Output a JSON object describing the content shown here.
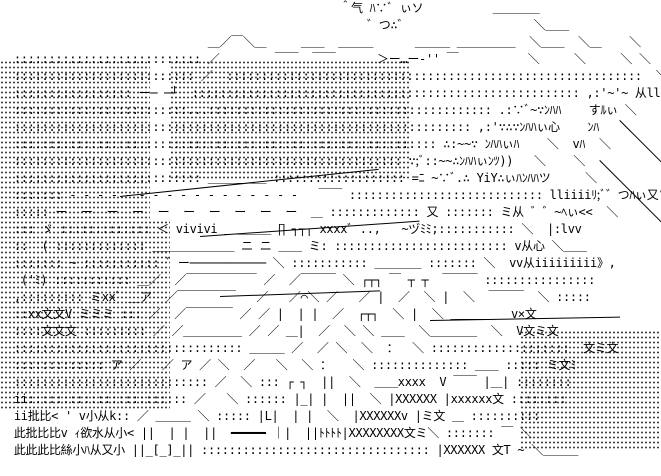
{
  "art_lines": [
    "                                                 ＾气 ﾊ∵ﾞ ぃソ          ＿＿＿＿                    ＼   ＼ ＼ ＿＿」 ＼ | ＼ || ＼",
    "                                                     ゛つ∴゛                  ＼＿＿                 ＼    ＼ ＼  ＿」 ＼| ＼||  ＼",
    "                              ＿／￣＼＿     ＿＿  ＿＿＿      ＿＿＿ ＿＿＿＿＿  ＼＿＿  ＼＿    ＼   ＼ ＼    |＼  ＼||   ＼",
    "  ::::::::::::::::::::::::::: ／        ￣￣  ￣￣      ＞ー…ー‐'' ￣          ＼     ＼     ＼ ＼   |  ＼   ＼ |",
    "  :::::::::::::::::::::::::: ／  ::::::::::::::::::::::::::::::::::::::::::::::::::::::::::::  ＼  ＼ |￣ vv ＼    文",
    "  ::::::::::::::::: ー─ ─┘  :::::::::::::::::::::::::::::::::::::::::::::::::::::::: ,:'~'~ 从lli ﾏﾊぃ    ＼",
    "  :::::::::::::::::::::::::...::::::::::::::::::::::::::::::::::::::::: .:∵ﾞ~∵ﾝﾊﾊ    すﾙぃ ＼",
    "  :::::::::::::::::::::::::::::::::::::::::::::::::::::::::::::::::: ,:'∵∴∵ﾝﾊﾊぃ心    ﾝﾊ   ＼",
    "  ::::::::::::::::::::::::::::::::::::::::::::::::::::::::::::: ∴:~~∵ ﾝﾊﾊぃﾊ    ＼  vﾊ  ＼",
    "  :::::::::::::::::::::::::::::::::::::::::::::::::::::::: ∵;ﾞ::~~∴ﾝﾊﾊぃﾝﾂ))   ＼    ＼",
    "  ::::::::::::::::::::::::::: ＿＿＿＿＿ ::::::::::::::::::: =ﾆ ~∵ﾞ.∴ YiY∴ぃﾊﾝﾊﾊツ     ＼",
    "  ::::::: ‐ ‐ ‐ ‐ ‐ ‐ ‐ ‐ ‐ ‐ ‐ ‐ ‐ ‐ ‐ ‐ ‐   ￣￣ :::::::::::::::::::::::::::: lliiiiﾘ;ﾞ゛つﾊぃ又ソ   ＼",
    "  ::::: ー  ー  ー  ー  ー  ー  ー  ー  ー  ー  ＿ ::::::::::::: 又 ::::::: ミ从 ゛゛~ﾍぃ<<  ＼",
    "  ::: ゞ ::::::::::::: ＜ vivivi ＿＿＿＿ ∏ ┐┬┐ xxxxﾞ ..,   ~ヅﾐﾐ;::::::::::: ＼  |:lvv",
    "  ::  ( ::::::::::::: ＿＿＿＿＿＿＿ ニ ニ ＿＿ ミ: ::::::::::::::::::::::::: v从心 ＼＿＿",
    "  ::::::: ~ ::::::::::: ゛ー─────────── ＼ ::::::::::: ＿＿＿＿ ::::::: ＼  vv从iiiiiiiii》,",
    "   ('ﾐ) ::::::::::: ＿／  ／￣￣￣￣￣￣ ／  ／￣￣￣ ＼ ┌┬┐ ￣ ┬ ┬  ￣￣￣ ::::::::::::::::",
    "  ,::::::::: ミxxﾞ ＿ア  ／￣￣￣￣￣   ／   ／⌒＼ ／   ／ |  ／  ＼ |  ＼  ￣￣￣  ＼ :::::",
    "  ::xx文文V ミミミ ::: ／  ／￣￣￣￣ ／ ／ |  | |  ／  ┌┬┐  ＼ |  ＼ ＿＿＿＿  v×文",
    "  ::::文文文 ::::::::: ／ ／＿＿＿＿＿ ／ ／ ＿|  ／  ＼ ＼ ＿＿  ＼＿＿＿＿  ＼  V文ミ文",
    "  ::::::::::::::::::::::::::::::::: ＿＿＿ ／  ／ ＼  ＼  ：  ＼ ::::::::::::::::::::  文ミ文",
    "  ::::::::::::: ア ／   ／ ア ／ ＼  ／   ＼  ＼ ：   ＼ :::::::::::::: ＿＿ ::::: ミ文ﾐ",
    "  :::::::::::::::::::::::::::: ／  ＼ ::: ┌ ┐  ||  ＼  ＿＿xxxx  V ￣￣ |＿| ::::::::",
    "  ii::::::::::::::::::::::: ／   ＼ :::::: |_| |  ||  ＼ |XXXXXX |xxxxxx文 ::::::::",
    "  ii批比< ' v小从k:: ／ ＿＿＿ ＼ ::::: |L|  | |  ＼  |XXXXXXv |ミ文 ＿ ::::::::::",
    "  此批比比v ｨ欲水从小< ||  | |  ||  ━━━━━ ｜|  ||ﾄﾄﾄﾄ|XXXXXXXX文ミ＼ ::::::: ￣ ＼",
    "  此此此比絲小ﾊ从又小 ||_[_]_|| ::::::::::::::::::::::::::::::::: |XXXXXX 文T ~ ＼＿＿＿"
  ]
}
